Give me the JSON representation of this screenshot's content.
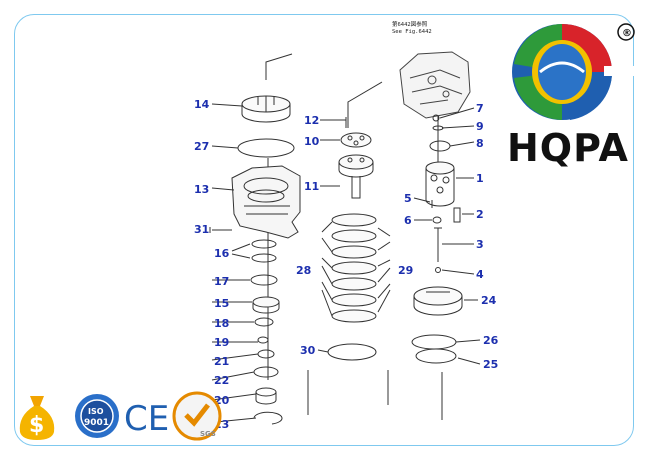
{
  "brand": {
    "name": "HQPA",
    "registered_mark": "®",
    "colors": {
      "green": "#2e9a3a",
      "red": "#d8232a",
      "blue": "#1f5fb0",
      "yellow": "#f2c100",
      "label_blue": "#1c2fae",
      "frame": "#7fc9ef"
    }
  },
  "figure_ref": {
    "line1": "第6442図参照",
    "line2": "See Fig.6442"
  },
  "callouts": [
    "14",
    "27",
    "13",
    "31",
    "16",
    "17",
    "15",
    "18",
    "19",
    "21",
    "22",
    "20",
    "23",
    "12",
    "10",
    "11",
    "28",
    "29",
    "30",
    "7",
    "9",
    "8",
    "1",
    "5",
    "6",
    "2",
    "3",
    "4",
    "24",
    "26",
    "25"
  ],
  "certifications": [
    {
      "id": "bag",
      "icon": "money-bag-icon",
      "text": "$"
    },
    {
      "id": "iso",
      "icon": "iso-9001-badge",
      "text_top": "ISO",
      "text_bottom": "9001"
    },
    {
      "id": "ce",
      "icon": "ce-mark",
      "text": "CE"
    },
    {
      "id": "sgs",
      "icon": "sgs-badge",
      "text": "SGS"
    }
  ]
}
